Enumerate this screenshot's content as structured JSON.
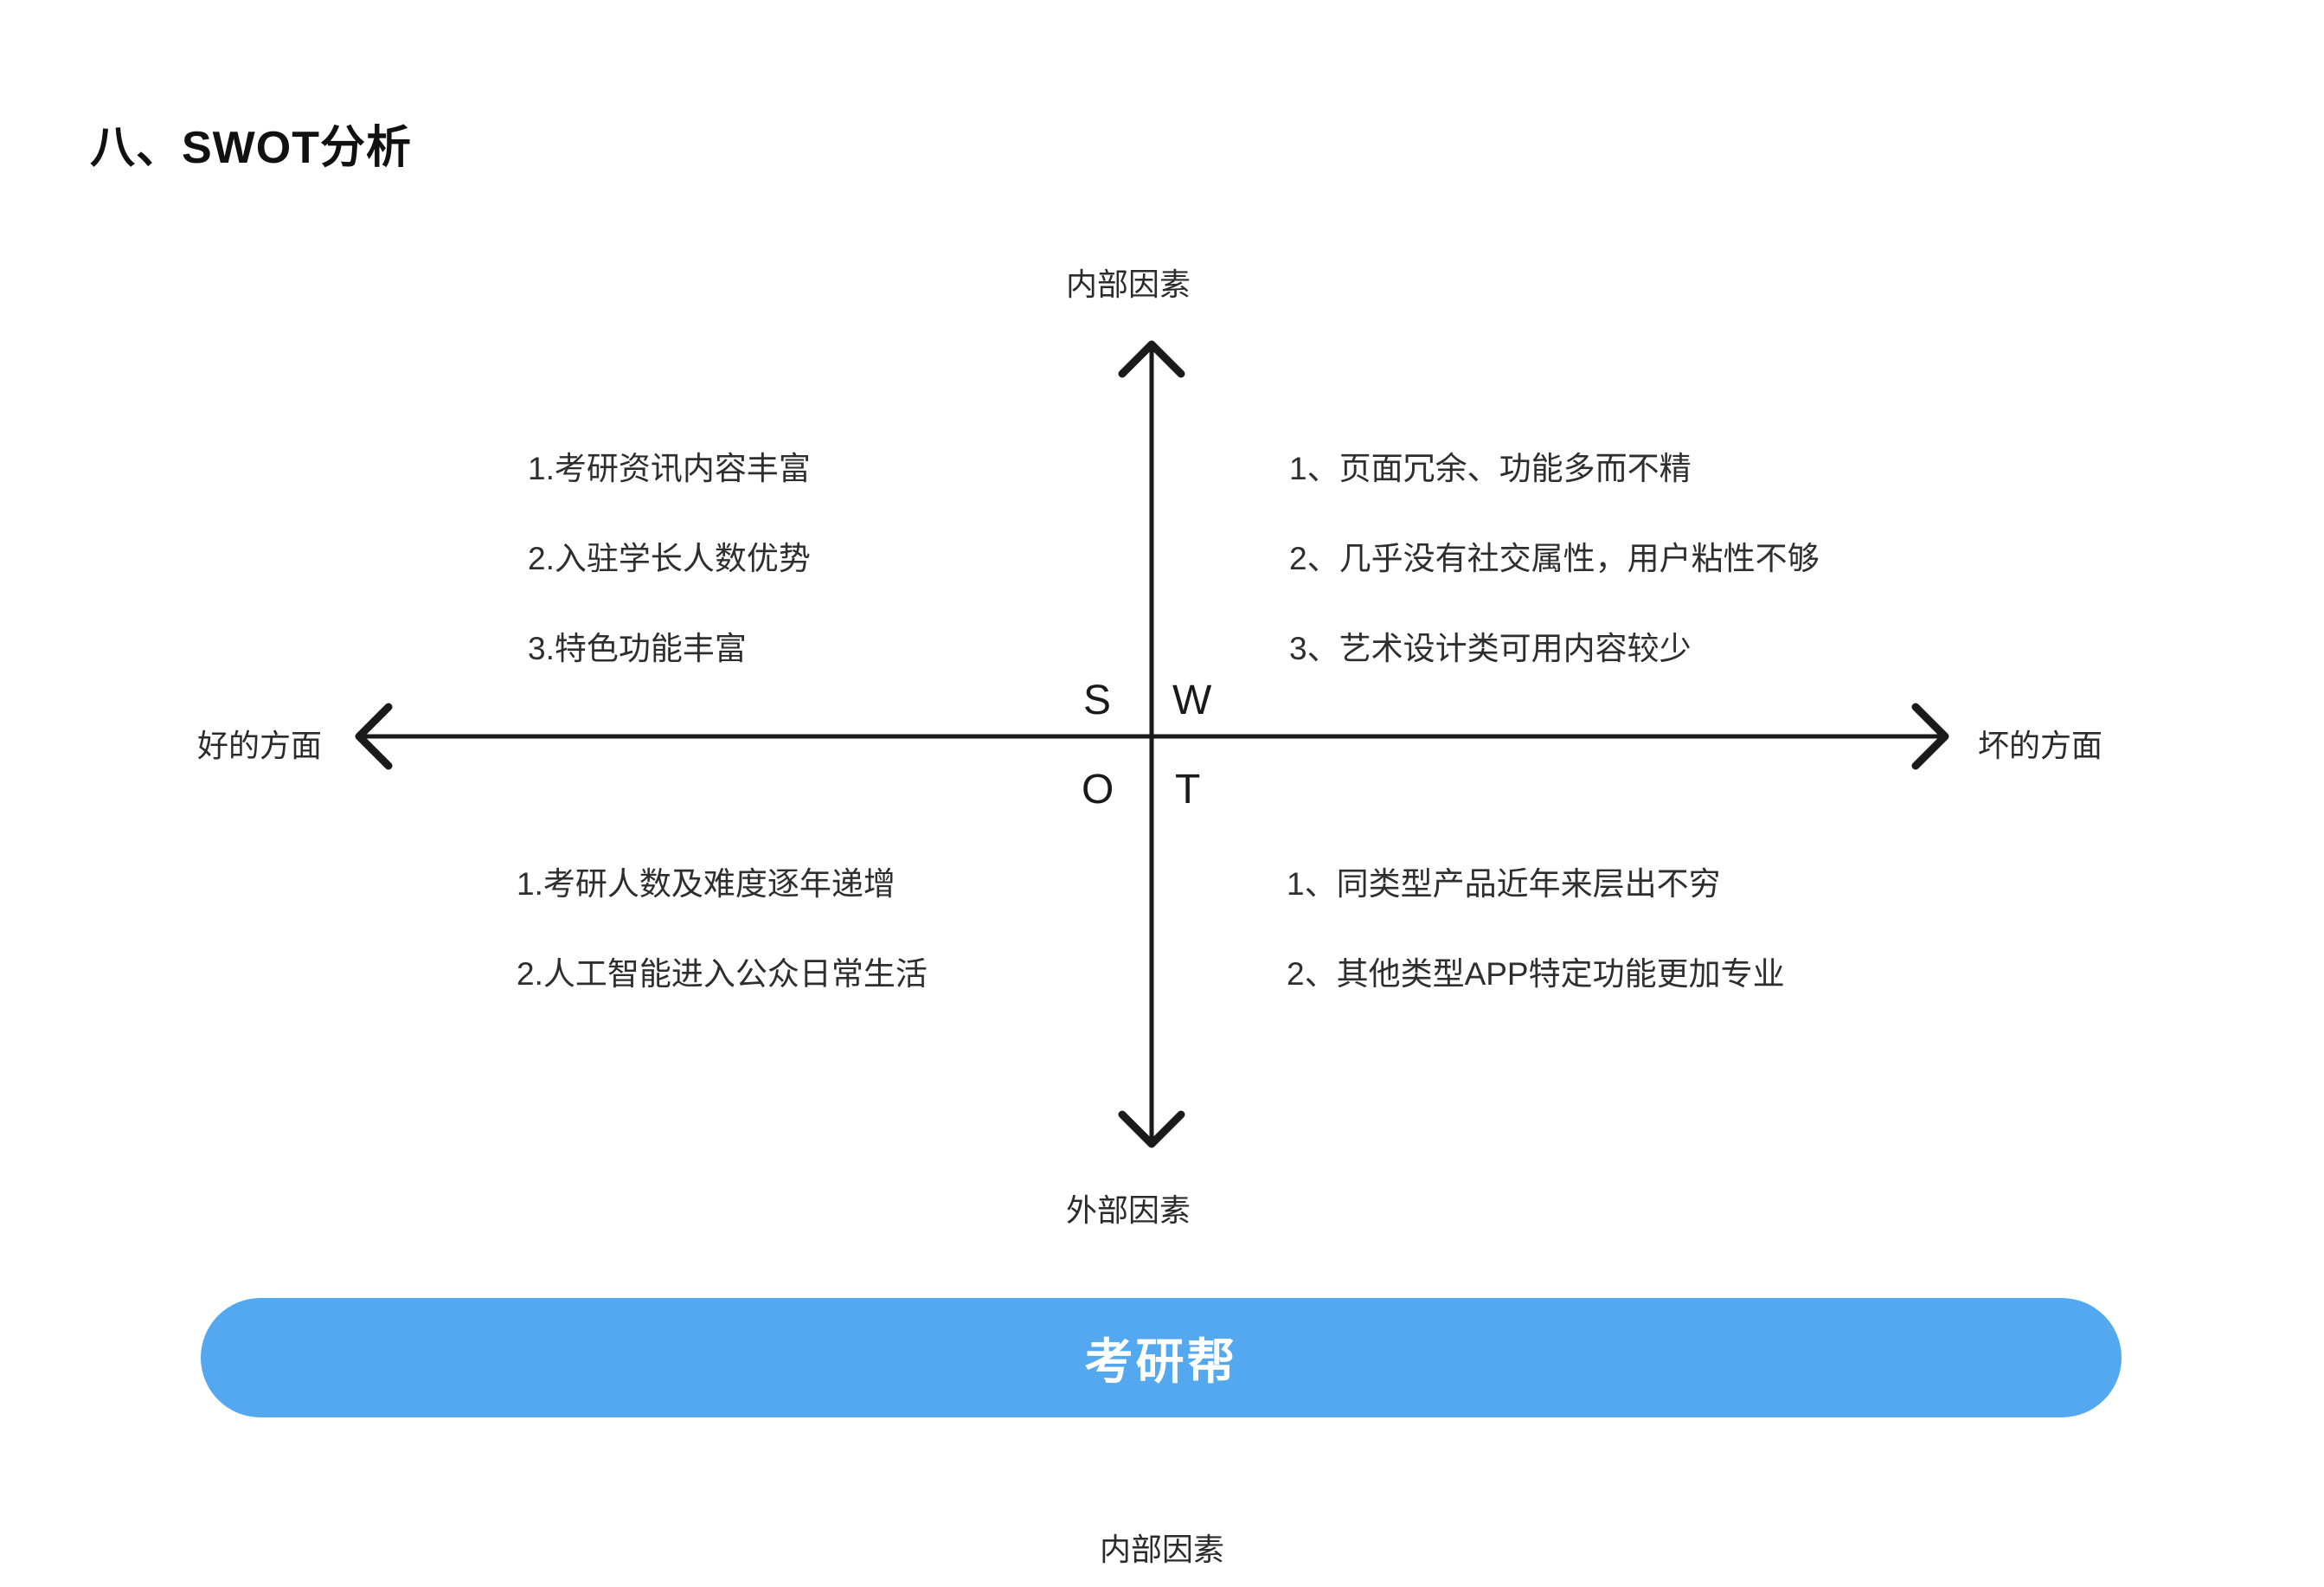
{
  "page": {
    "title": "八、SWOT分析",
    "background_color": "#ffffff"
  },
  "diagram": {
    "type": "swot-matrix",
    "axes": {
      "vertical": {
        "top_label": "内部因素",
        "bottom_label": "外部因素"
      },
      "horizontal": {
        "left_label": "好的方面",
        "right_label": "坏的方面"
      }
    },
    "center_letters": {
      "strengths": "S",
      "weaknesses": "W",
      "opportunities": "O",
      "threats": "T"
    },
    "quadrants": {
      "strengths": {
        "letter": "S",
        "items": [
          "1.考研资讯内容丰富",
          "2.入驻学长人数优势",
          "3.特色功能丰富"
        ]
      },
      "weaknesses": {
        "letter": "W",
        "items": [
          "1、页面冗余、功能多而不精",
          "2、几乎没有社交属性，用户粘性不够",
          "3、艺术设计类可用内容较少"
        ]
      },
      "opportunities": {
        "letter": "O",
        "items": [
          "1.考研人数及难度逐年递增",
          "2.人工智能进入公众日常生活"
        ]
      },
      "threats": {
        "letter": "T",
        "items": [
          "1、同类型产品近年来层出不穷",
          "2、其他类型APP特定功能更加专业"
        ]
      }
    }
  },
  "banner": {
    "label": "考研帮",
    "background_color": "#53a8f0",
    "text_color": "#ffffff"
  },
  "footer": {
    "label": "内部因素"
  }
}
